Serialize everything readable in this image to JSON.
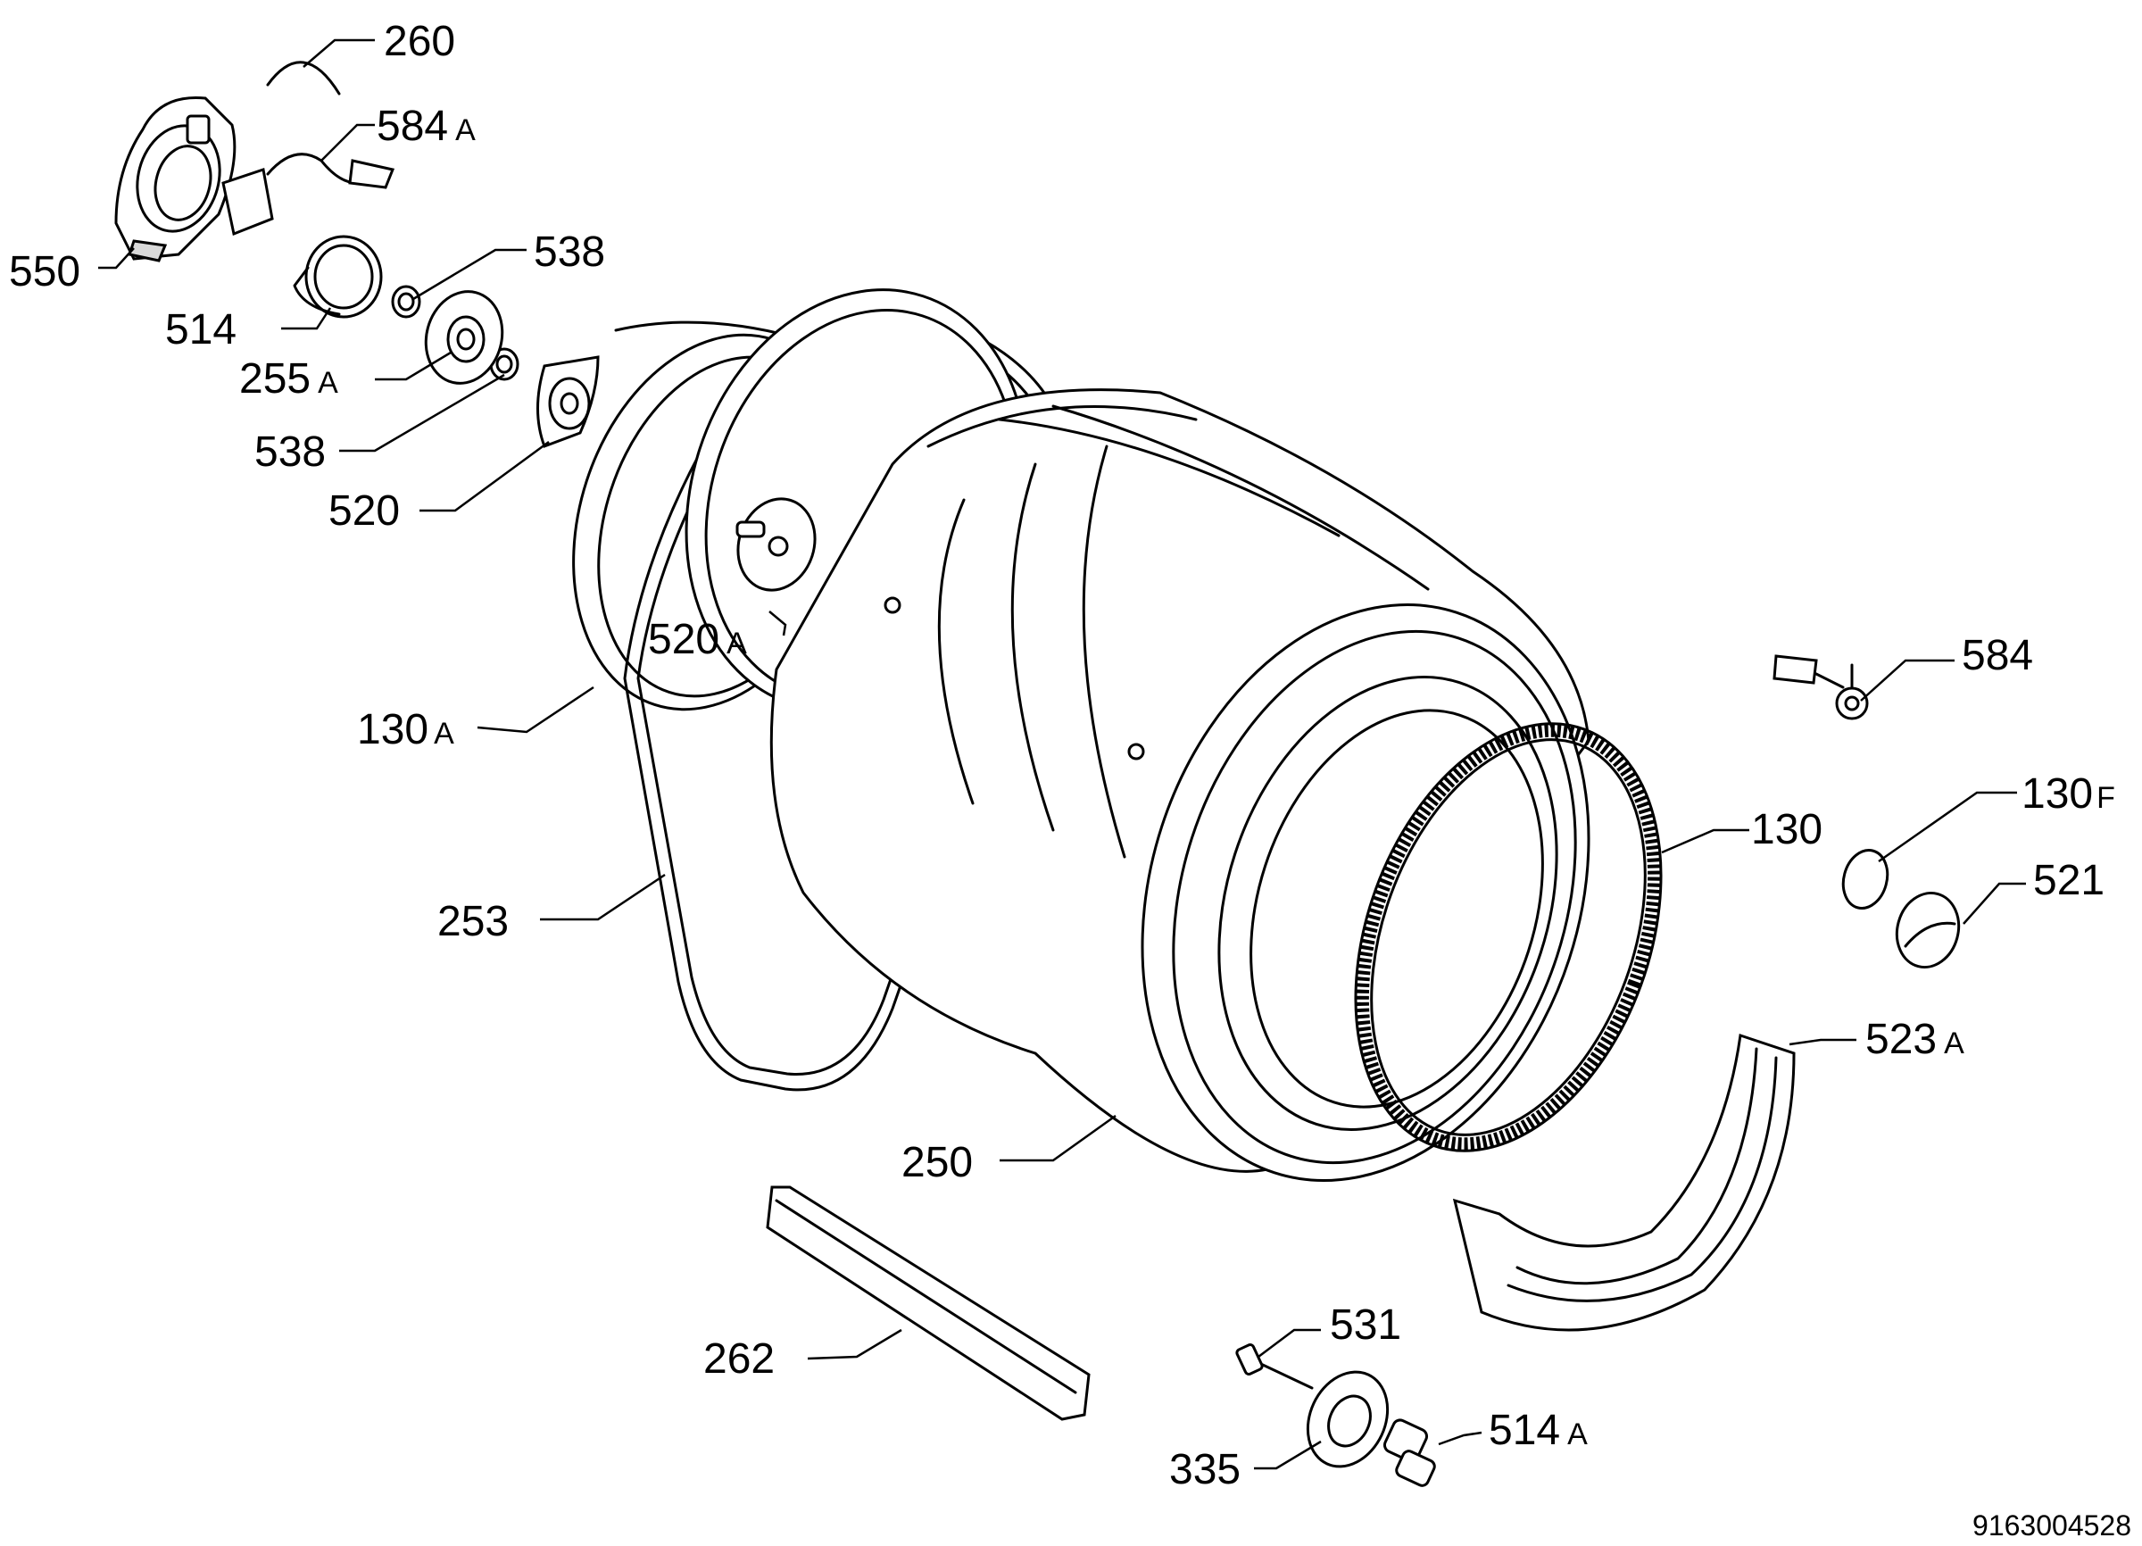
{
  "parts": [
    {
      "id": "p260",
      "number": "260",
      "suffix": ""
    },
    {
      "id": "p584A",
      "number": "584",
      "suffix": "A"
    },
    {
      "id": "p550",
      "number": "550",
      "suffix": ""
    },
    {
      "id": "p538a",
      "number": "538",
      "suffix": ""
    },
    {
      "id": "p514",
      "number": "514",
      "suffix": ""
    },
    {
      "id": "p255A",
      "number": "255",
      "suffix": "A"
    },
    {
      "id": "p538b",
      "number": "538",
      "suffix": ""
    },
    {
      "id": "p520",
      "number": "520",
      "suffix": ""
    },
    {
      "id": "p520A",
      "number": "520",
      "suffix": "A"
    },
    {
      "id": "p130A",
      "number": "130",
      "suffix": "A"
    },
    {
      "id": "p253",
      "number": "253",
      "suffix": ""
    },
    {
      "id": "p584",
      "number": "584",
      "suffix": ""
    },
    {
      "id": "p130F",
      "number": "130",
      "suffix": "F"
    },
    {
      "id": "p130",
      "number": "130",
      "suffix": ""
    },
    {
      "id": "p521",
      "number": "521",
      "suffix": ""
    },
    {
      "id": "p523A",
      "number": "523",
      "suffix": "A"
    },
    {
      "id": "p250",
      "number": "250",
      "suffix": ""
    },
    {
      "id": "p531",
      "number": "531",
      "suffix": ""
    },
    {
      "id": "p262",
      "number": "262",
      "suffix": ""
    },
    {
      "id": "p514A",
      "number": "514",
      "suffix": "A"
    },
    {
      "id": "p335",
      "number": "335",
      "suffix": ""
    }
  ],
  "document_number": "9163004528"
}
